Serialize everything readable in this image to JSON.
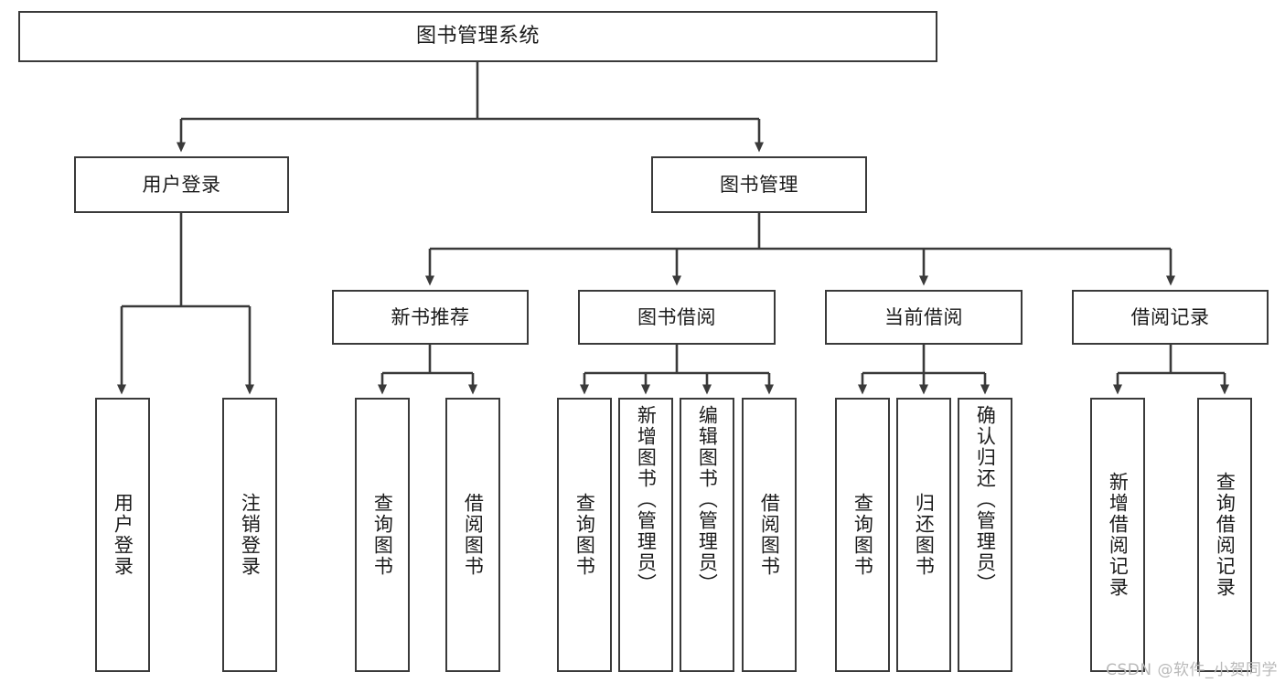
{
  "diagram": {
    "type": "tree-hierarchy",
    "title": "图书管理系统",
    "orientation": "top-down",
    "colors": {
      "node_border": "#3a3a3a",
      "node_fill": "#ffffff",
      "edge": "#3a3a3a",
      "text": "#1b1b1b",
      "watermark": "#b9b9b9"
    },
    "root": {
      "id": "root",
      "label": "图书管理系统"
    },
    "level1": [
      {
        "id": "user-login",
        "label": "用户登录"
      },
      {
        "id": "book-manage",
        "label": "图书管理"
      }
    ],
    "level2": [
      {
        "id": "new-book-recommend",
        "label": "新书推荐",
        "parent": "book-manage"
      },
      {
        "id": "book-borrow",
        "label": "图书借阅",
        "parent": "book-manage"
      },
      {
        "id": "current-borrow",
        "label": "当前借阅",
        "parent": "book-manage"
      },
      {
        "id": "borrow-record",
        "label": "借阅记录",
        "parent": "book-manage"
      }
    ],
    "leaves": {
      "user-login": [
        {
          "id": "leaf-user-login",
          "label": "用户登录"
        },
        {
          "id": "leaf-user-logout",
          "label": "注销登录"
        }
      ],
      "new-book-recommend": [
        {
          "id": "leaf-query-book-1",
          "label": "查询图书"
        },
        {
          "id": "leaf-borrow-book-1",
          "label": "借阅图书"
        }
      ],
      "book-borrow": [
        {
          "id": "leaf-query-book-2",
          "label": "查询图书"
        },
        {
          "id": "leaf-add-book",
          "label": "新增图书（管理员）"
        },
        {
          "id": "leaf-edit-book",
          "label": "编辑图书（管理员）"
        },
        {
          "id": "leaf-borrow-book-2",
          "label": "借阅图书"
        }
      ],
      "current-borrow": [
        {
          "id": "leaf-query-book-3",
          "label": "查询图书"
        },
        {
          "id": "leaf-return-book",
          "label": "归还图书"
        },
        {
          "id": "leaf-confirm-return",
          "label": "确认归还（管理员）"
        }
      ],
      "borrow-record": [
        {
          "id": "leaf-add-record",
          "label": "新增借阅记录"
        },
        {
          "id": "leaf-query-record",
          "label": "查询借阅记录"
        }
      ]
    }
  },
  "watermark": {
    "text": "CSDN @软件_小贺同学"
  }
}
